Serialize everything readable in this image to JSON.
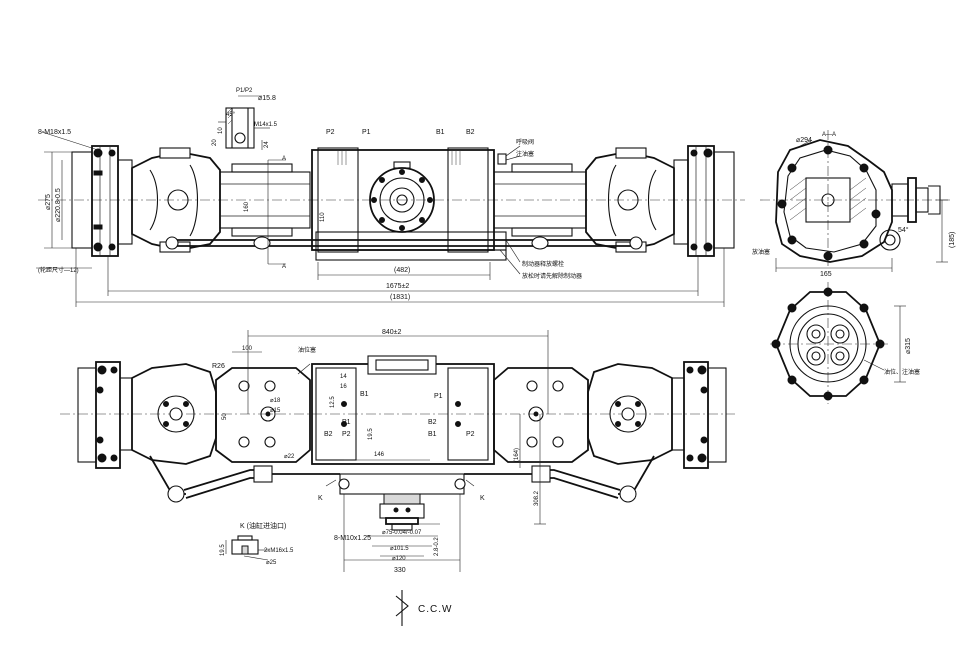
{
  "title": "",
  "top_view_labels": {
    "bolt_spec": "8-M18x1.5",
    "dia_275": "⌀275",
    "dia_220": "⌀220.8-0.5",
    "wheel_note": "(轮距尺寸—12)",
    "p1p2_label": "P1/P2",
    "dia_15_8": "⌀15.8",
    "thread_m14": "M14x1.5",
    "angle_45": "45°",
    "dim_20": "20",
    "dim_24": "24",
    "dim_10": "10",
    "p2_left": "P2",
    "p1_left": "P1",
    "b1_top": "B1",
    "b2_top": "B2",
    "breather": "呼吸阀",
    "fill_plug": "注油塞",
    "section_a1": "A",
    "section_a2": "A",
    "dim_160": "160",
    "dim_110": "110",
    "hub_note1": "制动器释放螺栓",
    "hub_note2": "放松时请先解除制动器",
    "dim_482": "(482)",
    "dim_1675": "1675±2",
    "dim_1831": "(1831)"
  },
  "side_view_labels": {
    "dia_294": "⌀294",
    "aa": "A—A",
    "dim_165": "165",
    "dim_185": "(185)",
    "angle_54": "54°",
    "drain": "放油塞"
  },
  "end_view_labels": {
    "dia_315": "⌀315",
    "oil_note": "油位、注油塞"
  },
  "bottom_view_labels": {
    "dim_840": "840±2",
    "dim_100": "100",
    "r26": "R26",
    "drain_top": "油位塞",
    "dia_18": "⌀18",
    "dia_15": "⌀15",
    "dim_50": "50",
    "dia_22": "⌀22",
    "dim_14": "14",
    "dim_16": "16",
    "dim_12_5": "12.5",
    "b1_mid": "B1",
    "b2_mid": "B2",
    "p1_mid": "P1",
    "p2_mid": "P2",
    "b1_right": "B1",
    "b2_right": "B2",
    "p1_right": "P1",
    "p2_right": "P2",
    "dim_19_5a": "19.5",
    "dim_146": "146",
    "dim_164": "(164)",
    "dim_308": "308.2",
    "k_left": "K",
    "k_right": "K",
    "bolts_m10": "8-M10x1.25",
    "dia_75": "⌀75-0.04/-0.07",
    "dia_101": "⌀101.5",
    "dim_2_8": "2.8-0.2",
    "dia_120": "⌀120",
    "dim_330": "330",
    "k_detail_title": "K (油缸进油口)",
    "dim_19_5b": "19.5",
    "thread_m16": "2xM16x1.5",
    "dia_25": "⌀25",
    "rotation": "C.C.W"
  }
}
